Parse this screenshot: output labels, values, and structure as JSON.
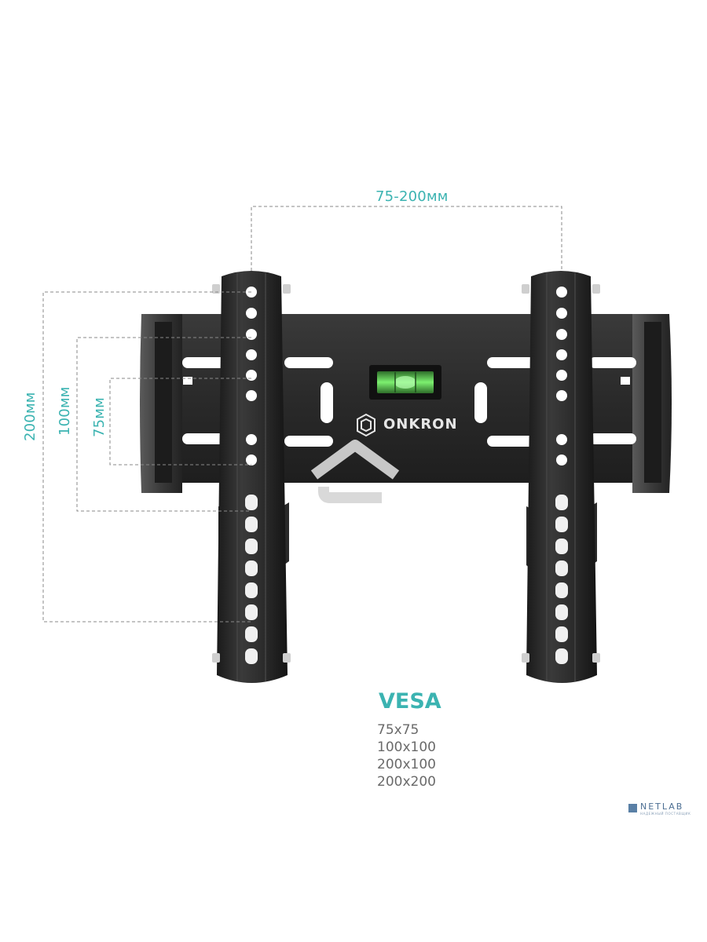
{
  "dimensions": {
    "horizontal": "75-200мм",
    "vertical_outer": "200мм",
    "vertical_middle": "100мм",
    "vertical_inner": "75мм"
  },
  "brand": "ONKRON",
  "vesa": {
    "title": "VESA",
    "sizes": [
      "75x75",
      "100x100",
      "200x100",
      "200x200"
    ]
  },
  "watermark": {
    "name": "NETLAB",
    "tagline": "НАДЕЖНЫЙ ПОСТАВЩИК"
  },
  "colors": {
    "accent": "#3bb3b1",
    "metal": "#2b2b2b",
    "level_bubble": "#6fe36b"
  }
}
